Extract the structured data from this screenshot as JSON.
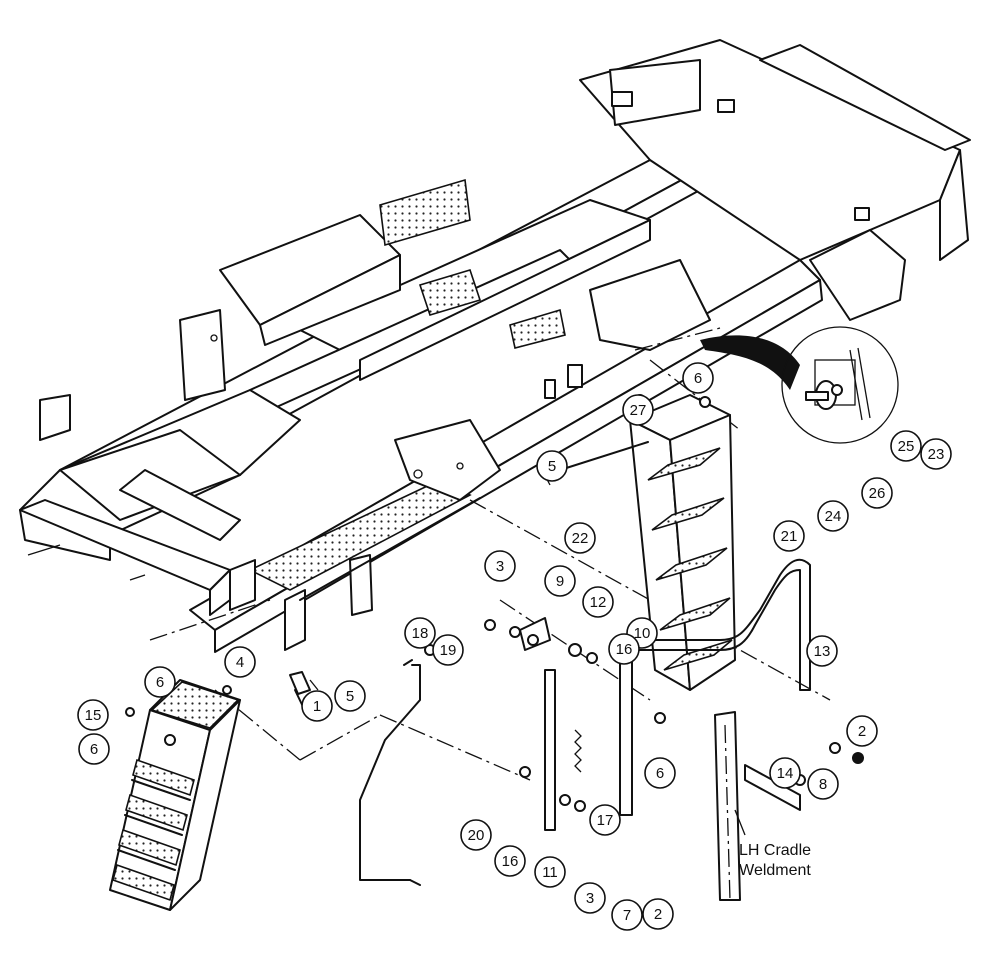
{
  "diagram": {
    "callouts": [
      "1",
      "2",
      "3",
      "4",
      "5",
      "6",
      "7",
      "8",
      "9",
      "10",
      "11",
      "12",
      "13",
      "14",
      "15",
      "16",
      "17",
      "18",
      "19",
      "20",
      "21",
      "22",
      "23",
      "24",
      "25",
      "26",
      "27"
    ],
    "label_line1": "LH Cradle",
    "label_line2": "Weldment"
  }
}
